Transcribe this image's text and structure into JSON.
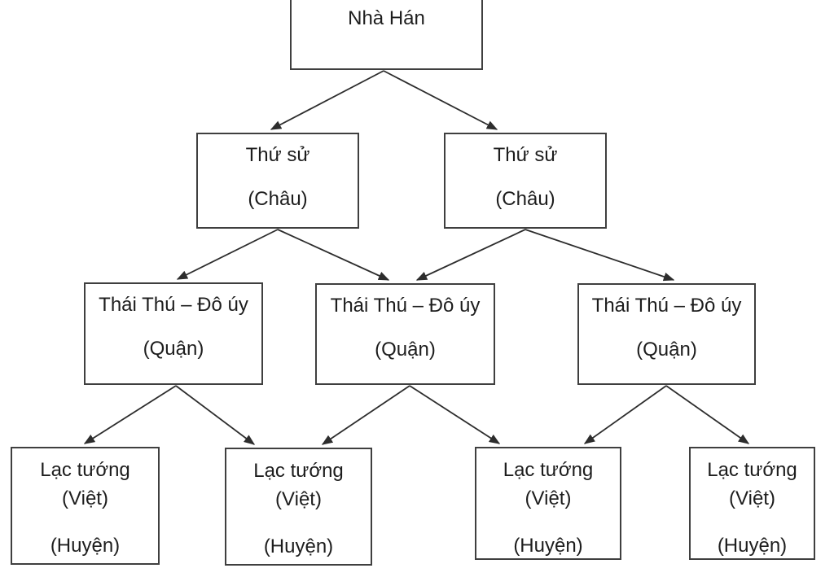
{
  "diagram": {
    "type": "org-hierarchy",
    "subject": "Han dynasty administrative hierarchy over Au Lac",
    "colors": {
      "background": "#ffffff",
      "box_border": "#3f3f3f",
      "connector_line": "#2d2d2d",
      "text": "#1d1d1d"
    },
    "levels": [
      {
        "name": "dynasty",
        "nodes": [
          {
            "id": "nha-han",
            "lines": [
              "Nhà Hán"
            ]
          }
        ]
      },
      {
        "name": "chau",
        "nodes": [
          {
            "id": "thu-su-1",
            "lines": [
              "Thứ sử",
              "(Châu)"
            ]
          },
          {
            "id": "thu-su-2",
            "lines": [
              "Thứ sử",
              "(Châu)"
            ]
          }
        ]
      },
      {
        "name": "quan",
        "nodes": [
          {
            "id": "thai-thu-1",
            "lines": [
              "Thái Thú – Đô úy",
              "(Quận)"
            ]
          },
          {
            "id": "thai-thu-2",
            "lines": [
              "Thái Thú – Đô úy",
              "(Quận)"
            ]
          },
          {
            "id": "thai-thu-3",
            "lines": [
              "Thái Thú – Đô úy",
              "(Quận)"
            ]
          }
        ]
      },
      {
        "name": "huyen",
        "nodes": [
          {
            "id": "lac-tuong-1",
            "lines": [
              "Lạc tướng",
              "(Việt)",
              "(Huyện)"
            ]
          },
          {
            "id": "lac-tuong-2",
            "lines": [
              "Lạc tướng",
              "(Việt)",
              "(Huyện)"
            ]
          },
          {
            "id": "lac-tuong-3",
            "lines": [
              "Lạc tướng",
              "(Việt)",
              "(Huyện)"
            ]
          },
          {
            "id": "lac-tuong-4",
            "lines": [
              "Lạc tướng",
              "(Việt)",
              "(Huyện)"
            ]
          }
        ]
      }
    ],
    "edges": [
      {
        "from": "nha-han",
        "to": "thu-su-1"
      },
      {
        "from": "nha-han",
        "to": "thu-su-2"
      },
      {
        "from": "thu-su-1",
        "to": "thai-thu-1"
      },
      {
        "from": "thu-su-1",
        "to": "thai-thu-2"
      },
      {
        "from": "thu-su-2",
        "to": "thai-thu-2"
      },
      {
        "from": "thu-su-2",
        "to": "thai-thu-3"
      },
      {
        "from": "thai-thu-1",
        "to": "lac-tuong-1"
      },
      {
        "from": "thai-thu-1",
        "to": "lac-tuong-2"
      },
      {
        "from": "thai-thu-2",
        "to": "lac-tuong-2"
      },
      {
        "from": "thai-thu-2",
        "to": "lac-tuong-3"
      },
      {
        "from": "thai-thu-3",
        "to": "lac-tuong-3"
      },
      {
        "from": "thai-thu-3",
        "to": "lac-tuong-4"
      }
    ]
  }
}
